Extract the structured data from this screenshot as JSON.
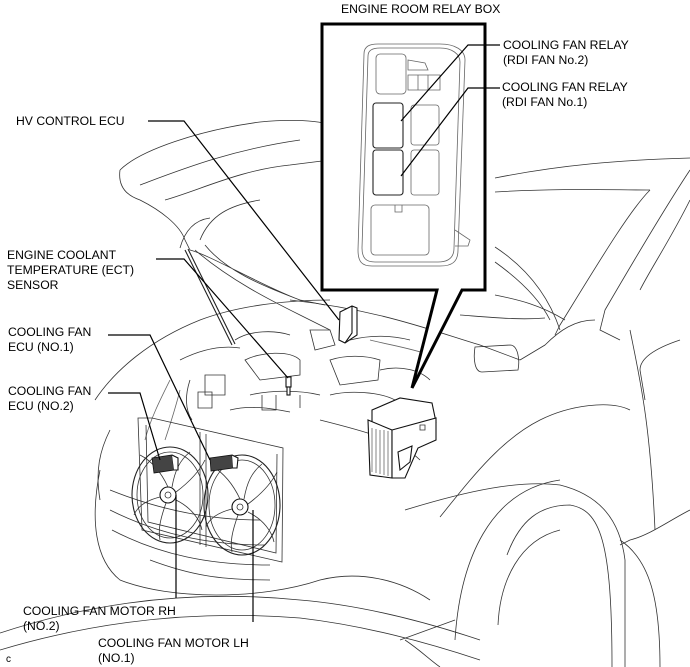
{
  "diagram": {
    "title": "ENGINE ROOM RELAY BOX",
    "figure_code": "C",
    "labels": {
      "hv_control_ecu": [
        "HV CONTROL ECU"
      ],
      "ect_sensor": [
        "ENGINE COOLANT",
        "TEMPERATURE (ECT)",
        "SENSOR"
      ],
      "cooling_fan_ecu_1": [
        "COOLING FAN",
        "ECU (NO.1)"
      ],
      "cooling_fan_ecu_2": [
        "COOLING FAN",
        "ECU (NO.2)"
      ],
      "cooling_fan_relay_2": [
        "COOLING FAN RELAY",
        "(RDI FAN No.2)"
      ],
      "cooling_fan_relay_1": [
        "COOLING FAN RELAY",
        "(RDI FAN No.1)"
      ],
      "cooling_fan_motor_rh": [
        "COOLING FAN MOTOR RH",
        "(NO.2)"
      ],
      "cooling_fan_motor_lh": [
        "COOLING FAN MOTOR LH",
        "(NO.1)"
      ]
    }
  }
}
